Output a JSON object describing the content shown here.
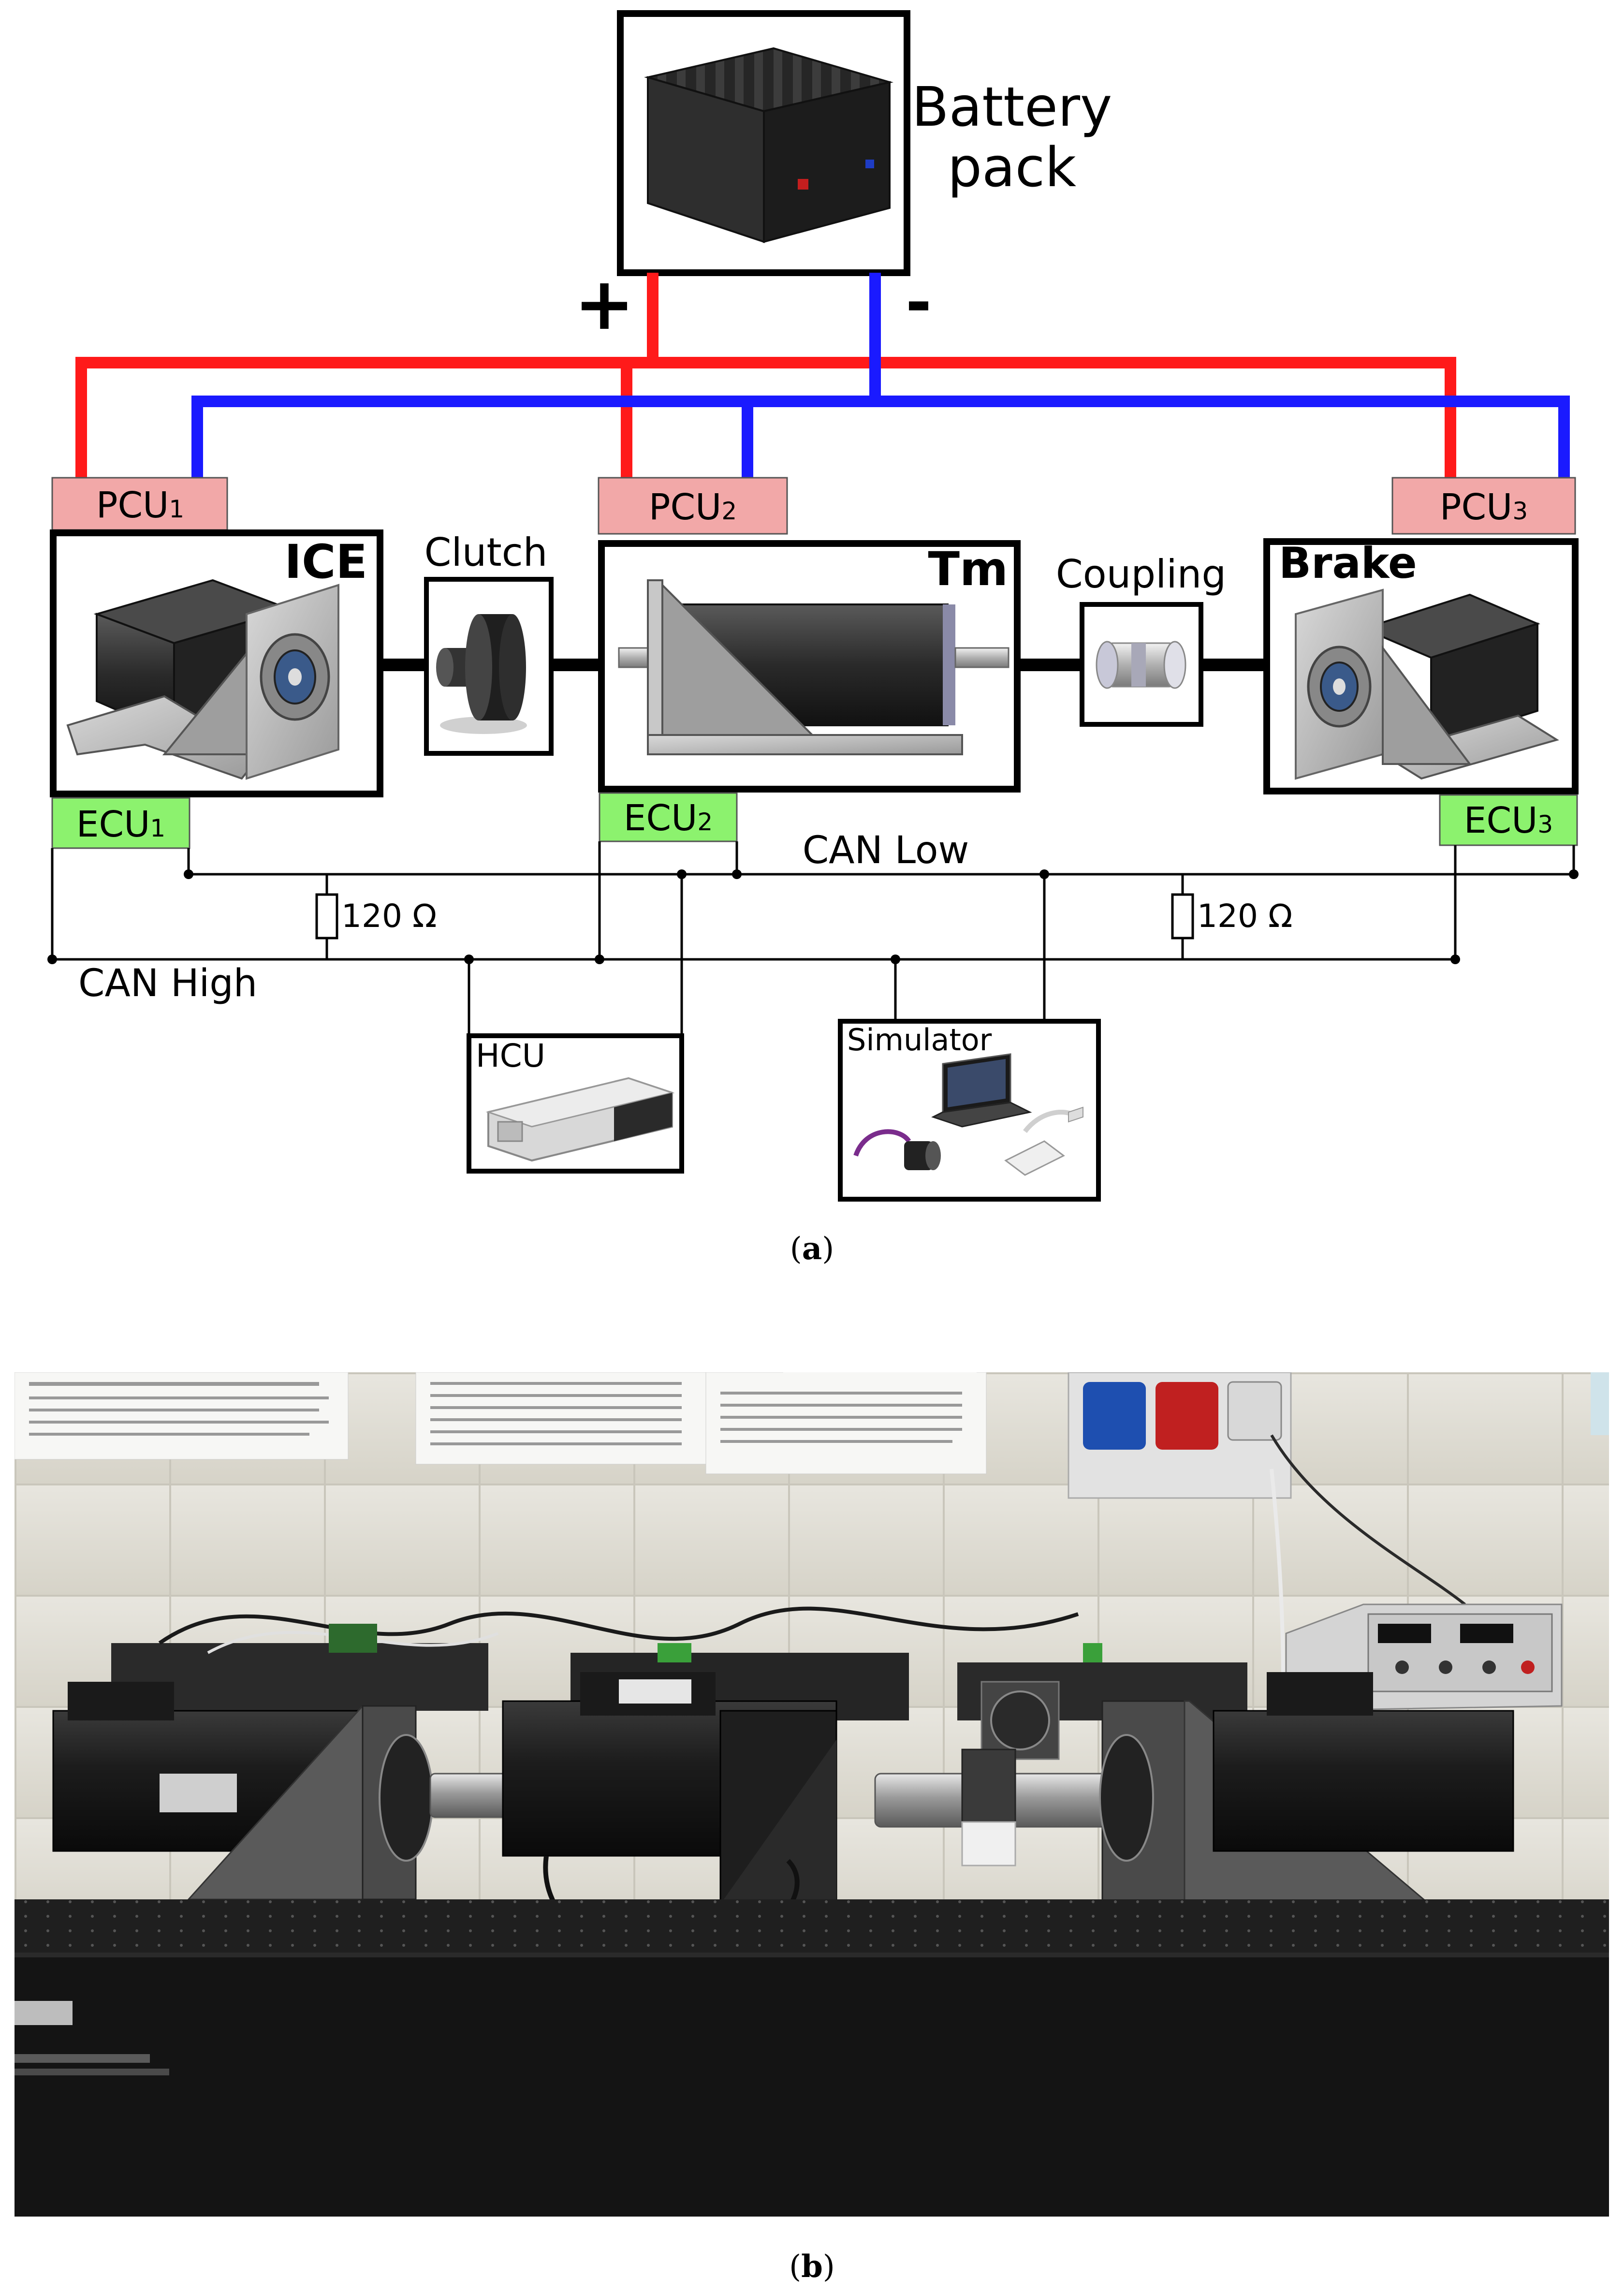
{
  "diagram": {
    "battery": {
      "label_line1": "Battery",
      "label_line2": "pack",
      "plus": "+",
      "minus": "-"
    },
    "machines": {
      "ice": "ICE",
      "tm": "Tm",
      "brake": "Brake"
    },
    "couplings": {
      "clutch": "Clutch",
      "coupling": "Coupling"
    },
    "pcu": [
      {
        "main": "PCU",
        "sub": "1"
      },
      {
        "main": "PCU",
        "sub": "2"
      },
      {
        "main": "PCU",
        "sub": "3"
      }
    ],
    "ecu": [
      {
        "main": "ECU",
        "sub": "1"
      },
      {
        "main": "ECU",
        "sub": "2"
      },
      {
        "main": "ECU",
        "sub": "3"
      }
    ],
    "bus": {
      "can_low": "CAN Low",
      "can_high": "CAN High",
      "resistor_left": "120 Ω",
      "resistor_right": "120 Ω"
    },
    "hcu": "HCU",
    "simulator": "Simulator",
    "colors": {
      "positive": "#ff1a1a",
      "negative": "#1a1aff",
      "pcu_fill": "#f2a8a8",
      "ecu_fill": "#8cf26e"
    }
  },
  "captions": {
    "a_open": "(",
    "a_letter": "a",
    "a_close": ")",
    "b_open": "(",
    "b_letter": "b",
    "b_close": ")"
  }
}
